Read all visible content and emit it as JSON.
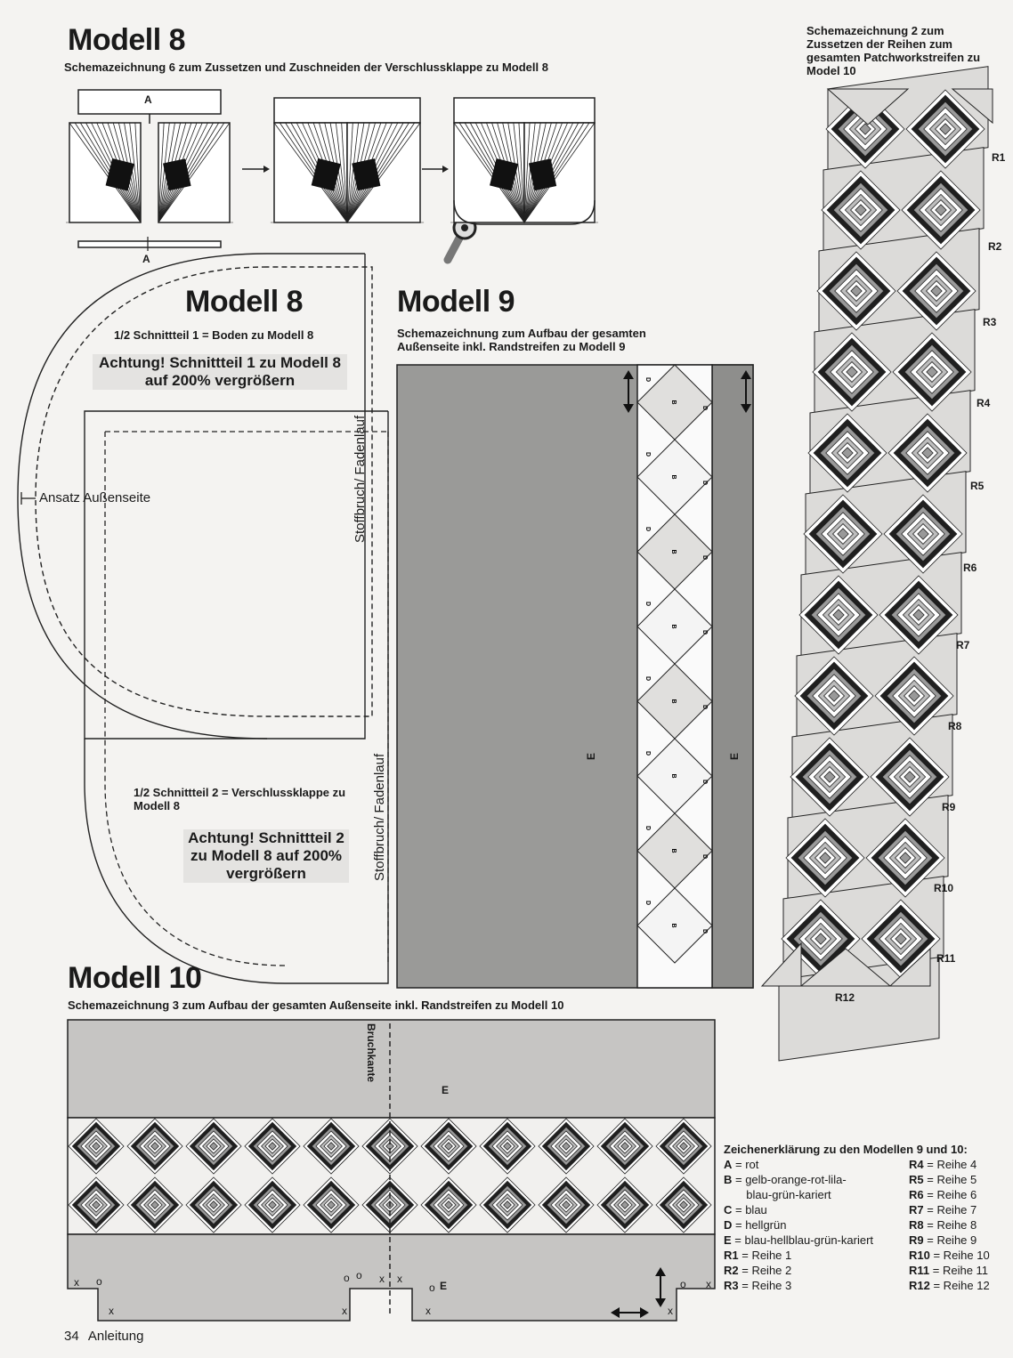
{
  "m8": {
    "title": "Modell 8",
    "caption": "Schemazeichnung 6 zum Zussetzen und Zuschneiden der Verschlussklappe zu Modell 8",
    "label_a_top": "A",
    "label_a_bottom": "A",
    "pattern_title": "Modell 8",
    "part1": "1/2 Schnittteil 1 = Boden zu Modell 8",
    "warn1": "Achtung! Schnittteil 1 zu Modell 8 auf 200% vergrößern",
    "ansatz": "Ansatz Außenseite",
    "fold1": "Stoffbruch/ Fadenlauf",
    "fold2": "Stoffbruch/ Fadenlauf",
    "part2": "1/2 Schnittteil 2 = Verschlussklappe zu Modell 8",
    "warn2": "Achtung! Schnittteil 2 zu Modell 8 auf 200% vergrößern"
  },
  "m9": {
    "title": "Modell 9",
    "caption": "Schemazeichnung zum Aufbau der gesamten Außenseite inkl. Randstreifen zu Modell 9",
    "label_e1": "E",
    "label_e2": "E",
    "label_b": "B",
    "label_d": "D"
  },
  "schema2": {
    "caption": "Schemazeichnung 2 zum Zussetzen der Reihen zum gesamten Patchworkstreifen zu Model 10",
    "rows": [
      "R1",
      "R2",
      "R3",
      "R4",
      "R5",
      "R6",
      "R7",
      "R8",
      "R9",
      "R10",
      "R11",
      "R12"
    ]
  },
  "m10": {
    "title": "Modell 10",
    "caption": "Schemazeichnung 3 zum Aufbau der gesamten Außenseite inkl. Randstreifen zu Modell 10",
    "bruchkante": "Bruchkante",
    "label_e_top": "E",
    "label_e_bottom": "E",
    "mark_x": "x",
    "mark_o": "o"
  },
  "legend": {
    "title": "Zeichenerklärung zu den Modellen 9 und 10:",
    "left": [
      {
        "k": "A",
        "v": "= rot"
      },
      {
        "k": "B",
        "v": "= gelb-orange-rot-lila-"
      },
      {
        "k": "",
        "v": "blau-grün-kariert"
      },
      {
        "k": "C",
        "v": "= blau"
      },
      {
        "k": "D",
        "v": "= hellgrün"
      },
      {
        "k": "E",
        "v": "= blau-hellblau-grün-kariert"
      },
      {
        "k": "R1",
        "v": "= Reihe 1"
      },
      {
        "k": "R2",
        "v": "= Reihe 2"
      },
      {
        "k": "R3",
        "v": "= Reihe 3"
      }
    ],
    "right": [
      {
        "k": "R4",
        "v": "= Reihe 4"
      },
      {
        "k": "R5",
        "v": "= Reihe 5"
      },
      {
        "k": "R6",
        "v": "= Reihe 6"
      },
      {
        "k": "R7",
        "v": "= Reihe 7"
      },
      {
        "k": "R8",
        "v": "= Reihe 8"
      },
      {
        "k": "R9",
        "v": "= Reihe 9"
      },
      {
        "k": "R10",
        "v": "= Reihe 10"
      },
      {
        "k": "R11",
        "v": "= Reihe 11"
      },
      {
        "k": "R12",
        "v": "= Reihe 12"
      }
    ]
  },
  "footer": {
    "page": "34",
    "section": "Anleitung"
  }
}
